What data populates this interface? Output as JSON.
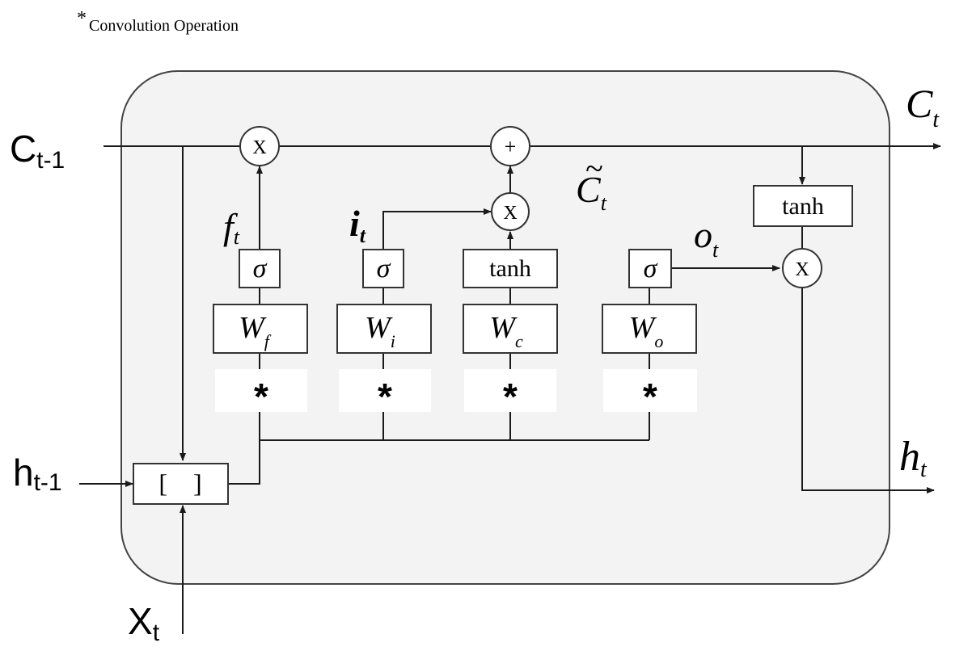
{
  "note": {
    "star": "*",
    "text": "Convolution Operation"
  },
  "inputs": {
    "c_prev": {
      "main": "C",
      "sub": "t-1"
    },
    "h_prev": {
      "main": "h",
      "sub": "t-1"
    },
    "x": {
      "main": "X",
      "sub": "t"
    }
  },
  "outputs": {
    "c": {
      "main": "C",
      "sub": "t"
    },
    "h": {
      "main": "h",
      "sub": "t"
    }
  },
  "concat_label": "[    ]",
  "gates": {
    "forget": {
      "label_main": "f",
      "label_sub": "t",
      "act": "σ",
      "weight_main": "W",
      "weight_sub": "f",
      "conv": "*"
    },
    "input": {
      "label_main": "i",
      "label_sub": "t",
      "act": "σ",
      "weight_main": "W",
      "weight_sub": "i",
      "conv": "*"
    },
    "candidate": {
      "act": "tanh",
      "weight_main": "W",
      "weight_sub": "c",
      "conv": "*"
    },
    "output": {
      "label_main": "o",
      "label_sub": "t",
      "act": "σ",
      "weight_main": "W",
      "weight_sub": "o",
      "conv": "*"
    }
  },
  "candidate_state": {
    "tilde": "~",
    "main": "C",
    "sub": "t"
  },
  "ops": {
    "multiply": "X",
    "add": "+"
  },
  "output_tanh": "tanh"
}
